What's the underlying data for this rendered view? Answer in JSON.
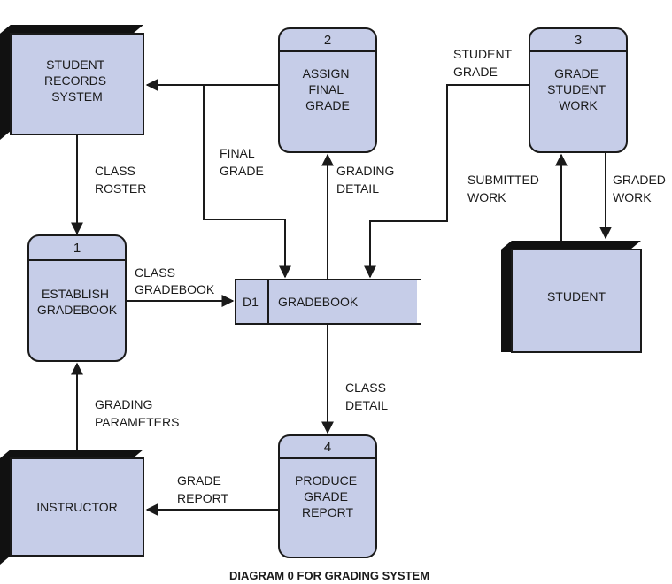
{
  "entities": {
    "student_records": [
      "STUDENT",
      "RECORDS",
      "SYSTEM"
    ],
    "instructor": [
      "INSTRUCTOR"
    ],
    "student": [
      "STUDENT"
    ]
  },
  "processes": {
    "p1": {
      "number": "1",
      "name": [
        "ESTABLISH",
        "GRADEBOOK"
      ]
    },
    "p2": {
      "number": "2",
      "name": [
        "ASSIGN",
        "FINAL",
        "GRADE"
      ]
    },
    "p3": {
      "number": "3",
      "name": [
        "GRADE",
        "STUDENT",
        "WORK"
      ]
    },
    "p4": {
      "number": "4",
      "name": [
        "PRODUCE",
        "GRADE",
        "REPORT"
      ]
    }
  },
  "datastore": {
    "id": "D1",
    "name": "GRADEBOOK"
  },
  "flows": {
    "final_grade_out": [],
    "class_roster": [
      "CLASS",
      "ROSTER"
    ],
    "final_grade": [
      "FINAL",
      "GRADE"
    ],
    "grading_detail": [
      "GRADING",
      "DETAIL"
    ],
    "student_grade": [
      "STUDENT",
      "GRADE"
    ],
    "submitted_work": [
      "SUBMITTED",
      "WORK"
    ],
    "graded_work": [
      "GRADED",
      "WORK"
    ],
    "class_gradebook": [
      "CLASS",
      "GRADEBOOK"
    ],
    "class_detail": [
      "CLASS",
      "DETAIL"
    ],
    "grading_parameters": [
      "GRADING",
      "PARAMETERS"
    ],
    "grade_report": [
      "GRADE",
      "REPORT"
    ]
  },
  "caption": "DIAGRAM 0 FOR GRADING SYSTEM"
}
